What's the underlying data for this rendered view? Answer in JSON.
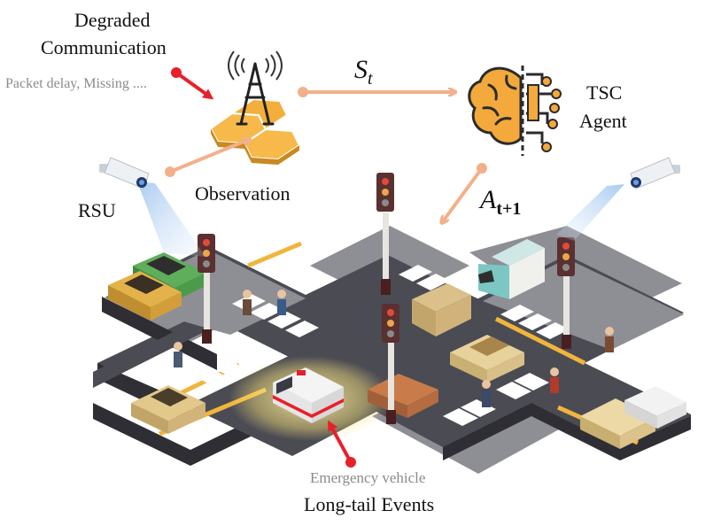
{
  "labels": {
    "degraded_line1": "Degraded",
    "degraded_line2": "Communication",
    "packet": "Packet delay, Missing ....",
    "state_symbol": "S",
    "state_sub": "t",
    "tsc_line1": "TSC",
    "tsc_line2": "Agent",
    "observation": "Observation",
    "rsu": "RSU",
    "action_symbol": "A",
    "action_sub": "t+1",
    "emergency": "Emergency  vehicle",
    "longtail": "Long-tail Events"
  },
  "colors": {
    "orange_arrow": "#f2b08a",
    "red_arrow": "#e8202a",
    "road": "#4a4a52",
    "sidewalk": "#8b8b92",
    "curb": "#2f2f35",
    "lane_yellow": "#f0b53c",
    "crosswalk": "#ffffff",
    "hexagon": "#f6b94a",
    "brain": "#f3a93c"
  },
  "icons": [
    "antenna-tower-icon",
    "brain-chip-icon",
    "camera-left-icon",
    "camera-right-icon",
    "traffic-light-icon",
    "ambulance-icon"
  ]
}
